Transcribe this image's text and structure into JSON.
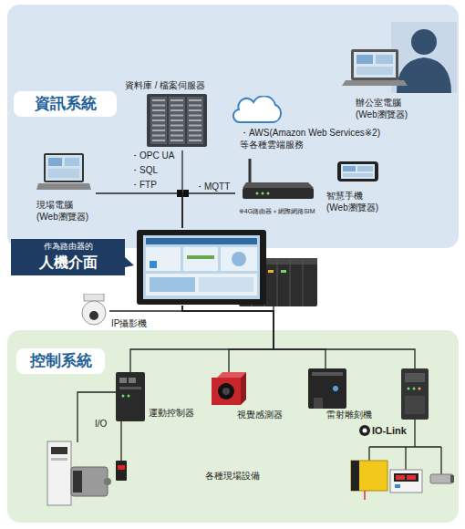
{
  "diagram": {
    "nodes": [
      {
        "text": [
          "資訊系統"
        ]
      },
      {
        "text": [
          "資料庫 / 檔案伺服器"
        ],
        "in": 0
      },
      {
        "text": [
          "・AWS(Amazon Web Services※2) 等各種雲端服務"
        ],
        "in": 0
      },
      {
        "text": [
          "辦公室電腦 (Web瀏覽器)"
        ],
        "in": 0
      },
      {
        "text": [
          "現場電腦 (Web瀏覽器)"
        ],
        "in": 0
      },
      {
        "text": [
          "※4G路由器＋網際網路SIM"
        ],
        "in": 0
      },
      {
        "text": [
          "智慧手機 (Web瀏覽器)"
        ],
        "in": 0
      },
      {
        "text": [
          "作為路由器的",
          "人機介面"
        ]
      },
      {
        "text": [
          "IP攝影機"
        ]
      },
      {
        "text": [
          "控制系統"
        ]
      },
      {
        "text": [
          "運動控制器"
        ],
        "in": 9
      },
      {
        "text": [
          "視覺感測器"
        ],
        "in": 9
      },
      {
        "text": [
          "雷射雕刻機"
        ],
        "in": 9
      },
      {
        "text": [
          "IO-Link"
        ],
        "in": 9
      }
    ],
    "edges": [
      {
        "from": 4,
        "to": 7,
        "arrow": "none"
      },
      {
        "from": 1,
        "to": 7,
        "arrow": "none"
      },
      {
        "from": 5,
        "to": 7,
        "label": "・MQTT",
        "arrow": "none"
      },
      {
        "from": 7,
        "to": 8,
        "arrow": "none"
      },
      {
        "from": 7,
        "to": 10,
        "arrow": "none"
      },
      {
        "from": 7,
        "to": 11,
        "arrow": "none"
      },
      {
        "from": 7,
        "to": 12,
        "arrow": "none"
      },
      {
        "from": 7,
        "to": 13,
        "arrow": "none"
      }
    ],
    "labels": [
      "・OPC UA",
      "・SQL",
      "・FTP",
      "I/O",
      "各種現場設備"
    ]
  }
}
